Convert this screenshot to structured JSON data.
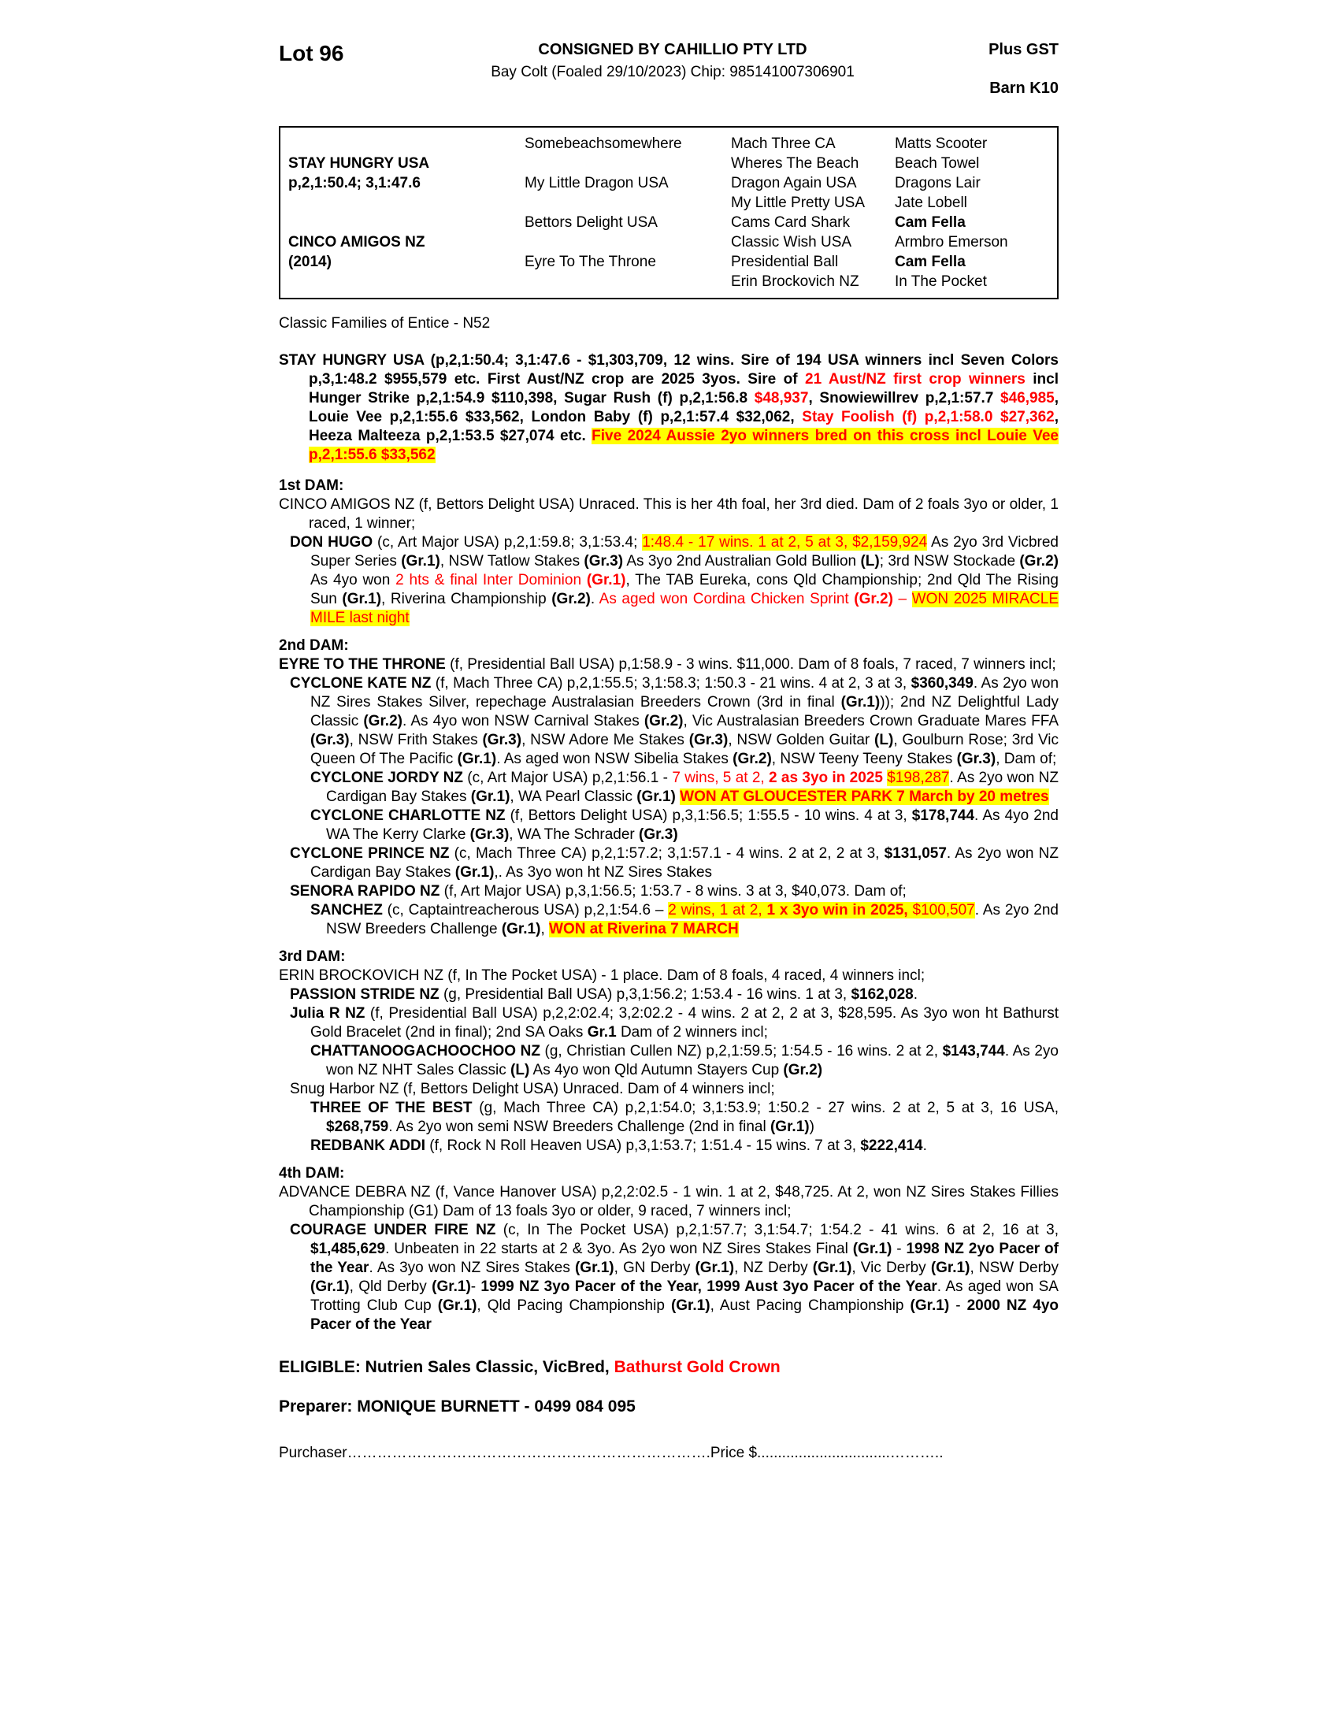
{
  "header": {
    "lot": "Lot 96",
    "consignor": "CONSIGNED BY CAHILLIO PTY LTD",
    "description": "Bay Colt (Foaled 29/10/2023) Chip: 985141007306901",
    "gst": "Plus GST",
    "barn": "Barn K10"
  },
  "pedigree": {
    "cells": [
      {
        "c": 1,
        "r": 2,
        "t": "STAY HUNGRY USA",
        "b": true
      },
      {
        "c": 1,
        "r": 3,
        "t": "p,2,1:50.4; 3,1:47.6",
        "b": true
      },
      {
        "c": 1,
        "r": 6,
        "t": "CINCO AMIGOS NZ",
        "b": true
      },
      {
        "c": 1,
        "r": 7,
        "t": "(2014)",
        "b": true
      },
      {
        "c": 2,
        "r": 1,
        "t": "Somebeachsomewhere"
      },
      {
        "c": 2,
        "r": 3,
        "t": "My Little Dragon USA"
      },
      {
        "c": 2,
        "r": 5,
        "t": "Bettors Delight USA"
      },
      {
        "c": 2,
        "r": 7,
        "t": "Eyre To The Throne"
      },
      {
        "c": 3,
        "r": 1,
        "t": "Mach Three CA"
      },
      {
        "c": 3,
        "r": 2,
        "t": "Wheres The Beach"
      },
      {
        "c": 3,
        "r": 3,
        "t": "Dragon Again USA"
      },
      {
        "c": 3,
        "r": 4,
        "t": "My Little Pretty USA"
      },
      {
        "c": 3,
        "r": 5,
        "t": "Cams Card Shark"
      },
      {
        "c": 3,
        "r": 6,
        "t": "Classic Wish USA"
      },
      {
        "c": 3,
        "r": 7,
        "t": "Presidential Ball"
      },
      {
        "c": 3,
        "r": 8,
        "t": "Erin Brockovich NZ"
      },
      {
        "c": 4,
        "r": 1,
        "t": "Matts Scooter"
      },
      {
        "c": 4,
        "r": 2,
        "t": "Beach Towel"
      },
      {
        "c": 4,
        "r": 3,
        "t": "Dragons Lair"
      },
      {
        "c": 4,
        "r": 4,
        "t": "Jate Lobell"
      },
      {
        "c": 4,
        "r": 5,
        "t": "Cam Fella",
        "b": true
      },
      {
        "c": 4,
        "r": 6,
        "t": "Armbro Emerson"
      },
      {
        "c": 4,
        "r": 7,
        "t": "Cam Fella",
        "b": true
      },
      {
        "c": 4,
        "r": 8,
        "t": "In The Pocket"
      }
    ]
  },
  "family_line": "Classic Families of Entice - N52",
  "body": [
    {
      "type": "para",
      "ind": 0,
      "name": "para-stay-hungry",
      "cls": "gap-after",
      "seg": [
        {
          "t": "STAY HUNGRY USA (p,2,1:50.4; 3,1:47.6 - $1,303,709, 12 wins. Sire of 194 USA winners incl Seven Colors p,3,1:48.2 $955,579 etc. First Aust/NZ crop are 2025 3yos. Sire of ",
          "b": true
        },
        {
          "t": "21 Aust/NZ first crop winners",
          "b": true,
          "r": true
        },
        {
          "t": " incl Hunger Strike p,2,1:54.9 $110,398, Sugar Rush (f) p,2,1:56.8 ",
          "b": true
        },
        {
          "t": "$48,937",
          "b": true,
          "r": true
        },
        {
          "t": ", Snowiewillrev p,2,1:57.7 ",
          "b": true
        },
        {
          "t": "$46,985",
          "b": true,
          "r": true
        },
        {
          "t": ", Louie Vee p,2,1:55.6 $33,562, London Baby (f) p,2,1:57.4 $32,062, ",
          "b": true
        },
        {
          "t": "Stay Foolish (f) p,2,1:58.0 $27,362",
          "b": true,
          "r": true
        },
        {
          "t": ", Heeza Malteeza p,2,1:53.5 $27,074 etc. ",
          "b": true
        },
        {
          "t": "Five 2024 Aussie 2yo winners bred on this cross incl Louie Vee p,2,1:55.6 $33,562",
          "b": true,
          "r": true,
          "h": true
        }
      ]
    },
    {
      "type": "heading",
      "text": "1st DAM:"
    },
    {
      "type": "para",
      "ind": 0,
      "name": "para-cinco-amigos",
      "seg": [
        {
          "t": "CINCO AMIGOS NZ (f, Bettors Delight USA) Unraced. This is her 4th foal, her 3rd died. Dam of 2 foals 3yo or older, 1 raced, 1 winner;"
        }
      ]
    },
    {
      "type": "para",
      "ind": 1,
      "name": "para-don-hugo",
      "seg": [
        {
          "t": "DON HUGO",
          "b": true
        },
        {
          "t": " (c, Art Major USA) p,2,1:59.8; 3,1:53.4; "
        },
        {
          "t": "1:48.4 - 17 wins. 1 at 2, 5 at 3, $2,159,924",
          "r": true,
          "h": true
        },
        {
          "t": " As 2yo 3rd Vicbred Super Series "
        },
        {
          "t": "(Gr.1)",
          "b": true
        },
        {
          "t": ", NSW Tatlow Stakes "
        },
        {
          "t": "(Gr.3)",
          "b": true
        },
        {
          "t": " As 3yo 2nd Australian Gold Bullion "
        },
        {
          "t": "(L)",
          "b": true
        },
        {
          "t": "; 3rd NSW Stockade "
        },
        {
          "t": "(Gr.2)",
          "b": true
        },
        {
          "t": " As 4yo won "
        },
        {
          "t": "2 hts & final Inter Dominion ",
          "r": true
        },
        {
          "t": "(Gr.1)",
          "b": true,
          "r": true
        },
        {
          "t": ", The TAB Eureka, cons Qld Championship; 2nd Qld The Rising Sun "
        },
        {
          "t": "(Gr.1)",
          "b": true
        },
        {
          "t": ", Riverina Championship "
        },
        {
          "t": "(Gr.2)",
          "b": true
        },
        {
          "t": ". "
        },
        {
          "t": "As aged won Cordina Chicken Sprint ",
          "r": true
        },
        {
          "t": "(Gr.2)",
          "b": true,
          "r": true
        },
        {
          "t": " – ",
          "r": true
        },
        {
          "t": "WON 2025 MIRACLE MILE last night",
          "r": true,
          "h": true
        }
      ]
    },
    {
      "type": "heading",
      "text": "2nd DAM:"
    },
    {
      "type": "para",
      "ind": 0,
      "name": "para-eyre-to-the-throne",
      "seg": [
        {
          "t": "EYRE TO THE THRONE",
          "b": true
        },
        {
          "t": " (f, Presidential Ball USA) p,1:58.9 - 3 wins. $11,000. Dam of 8 foals, 7 raced, 7 winners incl;"
        }
      ]
    },
    {
      "type": "para",
      "ind": 1,
      "name": "para-cyclone-kate",
      "seg": [
        {
          "t": "CYCLONE KATE NZ",
          "b": true
        },
        {
          "t": " (f, Mach Three CA) p,2,1:55.5; 3,1:58.3; 1:50.3 - 21 wins. 4 at 2, 3 at 3, "
        },
        {
          "t": "$360,349",
          "b": true
        },
        {
          "t": ". As 2yo won NZ Sires Stakes Silver, repechage Australasian Breeders Crown (3rd in final "
        },
        {
          "t": "(Gr.1)",
          "b": true
        },
        {
          "t": ")); 2nd NZ Delightful Lady Classic "
        },
        {
          "t": "(Gr.2)",
          "b": true
        },
        {
          "t": ". As 4yo won NSW Carnival Stakes "
        },
        {
          "t": "(Gr.2)",
          "b": true
        },
        {
          "t": ", Vic Australasian Breeders Crown Graduate Mares FFA "
        },
        {
          "t": "(Gr.3)",
          "b": true
        },
        {
          "t": ", NSW Frith Stakes "
        },
        {
          "t": "(Gr.3)",
          "b": true
        },
        {
          "t": ", NSW Adore Me Stakes "
        },
        {
          "t": "(Gr.3)",
          "b": true
        },
        {
          "t": ", NSW Golden Guitar "
        },
        {
          "t": "(L)",
          "b": true
        },
        {
          "t": ", Goulburn Rose; 3rd Vic Queen Of The Pacific "
        },
        {
          "t": "(Gr.1)",
          "b": true
        },
        {
          "t": ". As aged won NSW Sibelia Stakes "
        },
        {
          "t": "(Gr.2)",
          "b": true
        },
        {
          "t": ", NSW Teeny Teeny Stakes "
        },
        {
          "t": "(Gr.3)",
          "b": true
        },
        {
          "t": ", Dam of;"
        }
      ]
    },
    {
      "type": "para",
      "ind": 2,
      "name": "para-cyclone-jordy",
      "seg": [
        {
          "t": "CYCLONE JORDY NZ",
          "b": true
        },
        {
          "t": " (c, Art Major USA) p,2,1:56.1 - "
        },
        {
          "t": "7 wins, 5 at 2, ",
          "r": true
        },
        {
          "t": "2 as 3yo in 2025 ",
          "b": true,
          "r": true
        },
        {
          "t": "$198,287",
          "r": true,
          "h": true
        },
        {
          "t": ". As 2yo won NZ Cardigan Bay Stakes "
        },
        {
          "t": "(Gr.1)",
          "b": true
        },
        {
          "t": ", WA Pearl Classic "
        },
        {
          "t": "(Gr.1)",
          "b": true
        },
        {
          "t": " "
        },
        {
          "t": "WON AT GLOUCESTER PARK 7 March by 20 metres",
          "b": true,
          "r": true,
          "h": true
        }
      ]
    },
    {
      "type": "para",
      "ind": 2,
      "name": "para-cyclone-charlotte",
      "seg": [
        {
          "t": "CYCLONE CHARLOTTE NZ",
          "b": true
        },
        {
          "t": " (f, Bettors Delight USA) p,3,1:56.5; 1:55.5 - 10 wins. 4 at 3, "
        },
        {
          "t": "$178,744",
          "b": true
        },
        {
          "t": ". As 4yo 2nd WA The Kerry Clarke "
        },
        {
          "t": "(Gr.3)",
          "b": true
        },
        {
          "t": ", WA The Schrader "
        },
        {
          "t": "(Gr.3)",
          "b": true
        }
      ]
    },
    {
      "type": "para",
      "ind": 1,
      "name": "para-cyclone-prince",
      "seg": [
        {
          "t": "CYCLONE PRINCE NZ",
          "b": true
        },
        {
          "t": " (c, Mach Three CA) p,2,1:57.2; 3,1:57.1 - 4 wins. 2 at 2, 2 at 3, "
        },
        {
          "t": "$131,057",
          "b": true
        },
        {
          "t": ". As 2yo won NZ Cardigan Bay Stakes "
        },
        {
          "t": "(Gr.1)",
          "b": true
        },
        {
          "t": ",. As 3yo won ht NZ Sires Stakes"
        }
      ]
    },
    {
      "type": "para",
      "ind": 1,
      "name": "para-senora-rapido",
      "seg": [
        {
          "t": "SENORA RAPIDO NZ",
          "b": true
        },
        {
          "t": " (f, Art Major USA) p,3,1:56.5; 1:53.7 - 8 wins. 3 at 3, $40,073. Dam of;"
        }
      ]
    },
    {
      "type": "para",
      "ind": 2,
      "name": "para-sanchez",
      "seg": [
        {
          "t": "SANCHEZ",
          "b": true
        },
        {
          "t": " (c, Captaintreacherous USA) p,2,1:54.6 – "
        },
        {
          "t": "2 wins, 1 at 2, ",
          "r": true,
          "h": true
        },
        {
          "t": "1 x 3yo win in 2025, ",
          "b": true,
          "r": true,
          "h": true
        },
        {
          "t": "$100,507",
          "r": true,
          "h": true
        },
        {
          "t": ". As 2yo 2nd NSW Breeders Challenge "
        },
        {
          "t": "(Gr.1)",
          "b": true
        },
        {
          "t": ", "
        },
        {
          "t": "WON at Riverina 7 MARCH",
          "b": true,
          "r": true,
          "h": true
        }
      ]
    },
    {
      "type": "heading",
      "text": "3rd DAM:"
    },
    {
      "type": "para",
      "ind": 0,
      "name": "para-erin-brockovich",
      "seg": [
        {
          "t": "ERIN BROCKOVICH NZ (f, In The Pocket USA) - 1 place. Dam of 8 foals, 4 raced, 4 winners incl;"
        }
      ]
    },
    {
      "type": "para",
      "ind": 1,
      "name": "para-passion-stride",
      "seg": [
        {
          "t": "PASSION STRIDE NZ",
          "b": true
        },
        {
          "t": " (g, Presidential Ball USA) p,3,1:56.2; 1:53.4 - 16 wins. 1 at 3, "
        },
        {
          "t": "$162,028",
          "b": true
        },
        {
          "t": "."
        }
      ]
    },
    {
      "type": "para",
      "ind": 1,
      "name": "para-julia-r",
      "seg": [
        {
          "t": "Julia R NZ",
          "b": true
        },
        {
          "t": " (f, Presidential Ball USA) p,2,2:02.4; 3,2:02.2 - 4 wins. 2 at 2, 2 at 3, $28,595. As 3yo won ht Bathurst Gold Bracelet (2nd in final); 2nd SA Oaks "
        },
        {
          "t": "Gr.1",
          "b": true
        },
        {
          "t": " Dam of 2 winners incl;"
        }
      ]
    },
    {
      "type": "para",
      "ind": 2,
      "name": "para-chattanoogachoochoo",
      "seg": [
        {
          "t": "CHATTANOOGACHOOCHOO NZ",
          "b": true
        },
        {
          "t": " (g, Christian Cullen NZ) p,2,1:59.5; 1:54.5 - 16 wins. 2 at 2, "
        },
        {
          "t": "$143,744",
          "b": true
        },
        {
          "t": ". As 2yo won NZ NHT Sales Classic "
        },
        {
          "t": "(L)",
          "b": true
        },
        {
          "t": " As 4yo won Qld Autumn Stayers Cup "
        },
        {
          "t": "(Gr.2)",
          "b": true
        }
      ]
    },
    {
      "type": "para",
      "ind": 1,
      "name": "para-snug-harbor",
      "seg": [
        {
          "t": "Snug Harbor NZ (f, Bettors Delight USA) Unraced. Dam of 4 winners incl;"
        }
      ]
    },
    {
      "type": "para",
      "ind": 2,
      "name": "para-three-of-the-best",
      "seg": [
        {
          "t": "THREE OF THE BEST",
          "b": true
        },
        {
          "t": " (g, Mach Three CA) p,2,1:54.0; 3,1:53.9; 1:50.2 - 27 wins. 2 at 2, 5 at 3, 16 USA, "
        },
        {
          "t": "$268,759",
          "b": true
        },
        {
          "t": ". As 2yo won semi NSW Breeders Challenge (2nd in final "
        },
        {
          "t": "(Gr.1)",
          "b": true
        },
        {
          "t": ")"
        }
      ]
    },
    {
      "type": "para",
      "ind": 2,
      "name": "para-redbank-addi",
      "seg": [
        {
          "t": "REDBANK ADDI",
          "b": true
        },
        {
          "t": " (f, Rock N Roll Heaven USA) p,3,1:53.7; 1:51.4 - 15 wins. 7 at 3, "
        },
        {
          "t": "$222,414",
          "b": true
        },
        {
          "t": "."
        }
      ]
    },
    {
      "type": "heading",
      "text": "4th DAM:"
    },
    {
      "type": "para",
      "ind": 0,
      "name": "para-advance-debra",
      "seg": [
        {
          "t": "ADVANCE DEBRA NZ (f, Vance Hanover USA) p,2,2:02.5 - 1 win. 1 at 2, $48,725. At 2, won NZ Sires Stakes Fillies Championship (G1) Dam of 13 foals 3yo or older, 9 raced, 7 winners incl;"
        }
      ]
    },
    {
      "type": "para",
      "ind": 1,
      "name": "para-courage-under-fire",
      "seg": [
        {
          "t": "COURAGE UNDER FIRE NZ",
          "b": true
        },
        {
          "t": " (c, In The Pocket USA) p,2,1:57.7; 3,1:54.7; 1:54.2 - 41 wins. 6 at 2, 16 at 3, "
        },
        {
          "t": "$1,485,629",
          "b": true
        },
        {
          "t": ". Unbeaten in 22 starts at 2 & 3yo. As 2yo won NZ Sires Stakes Final "
        },
        {
          "t": "(Gr.1)",
          "b": true
        },
        {
          "t": " - "
        },
        {
          "t": "1998 NZ 2yo Pacer of the Year",
          "b": true
        },
        {
          "t": ". As 3yo won NZ Sires Stakes "
        },
        {
          "t": "(Gr.1)",
          "b": true
        },
        {
          "t": ", GN Derby "
        },
        {
          "t": "(Gr.1)",
          "b": true
        },
        {
          "t": ", NZ Derby "
        },
        {
          "t": "(Gr.1)",
          "b": true
        },
        {
          "t": ", Vic Derby "
        },
        {
          "t": "(Gr.1)",
          "b": true
        },
        {
          "t": ", NSW Derby "
        },
        {
          "t": "(Gr.1)",
          "b": true
        },
        {
          "t": ", Qld Derby "
        },
        {
          "t": "(Gr.1)",
          "b": true
        },
        {
          "t": "- "
        },
        {
          "t": "1999 NZ 3yo Pacer of the Year, 1999 Aust 3yo Pacer of the Year",
          "b": true
        },
        {
          "t": ". As aged won SA Trotting Club Cup "
        },
        {
          "t": "(Gr.1)",
          "b": true
        },
        {
          "t": ", Qld Pacing Championship "
        },
        {
          "t": "(Gr.1)",
          "b": true
        },
        {
          "t": ", Aust Pacing Championship "
        },
        {
          "t": "(Gr.1)",
          "b": true
        },
        {
          "t": " - "
        },
        {
          "t": "2000 NZ 4yo Pacer of the Year",
          "b": true
        }
      ]
    }
  ],
  "footer": {
    "eligible": [
      {
        "t": "ELIGIBLE: Nutrien Sales Classic, VicBred, ",
        "b": true
      },
      {
        "t": "Bathurst Gold Crown",
        "b": true,
        "r": true
      }
    ],
    "preparer": "Preparer: MONIQUE BURNETT - 0499 084 095",
    "purchaser": "Purchaser……………………………………………………………….Price $................................……….."
  }
}
